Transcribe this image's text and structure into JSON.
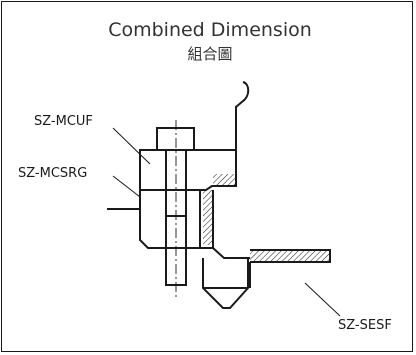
{
  "drawing": {
    "title": "Combined Dimension",
    "subtitle": "組合圖"
  },
  "labels": {
    "mcuf": "SZ-MCUF",
    "mcsrg": "SZ-MCSRG",
    "sesf": "SZ-SESF"
  }
}
